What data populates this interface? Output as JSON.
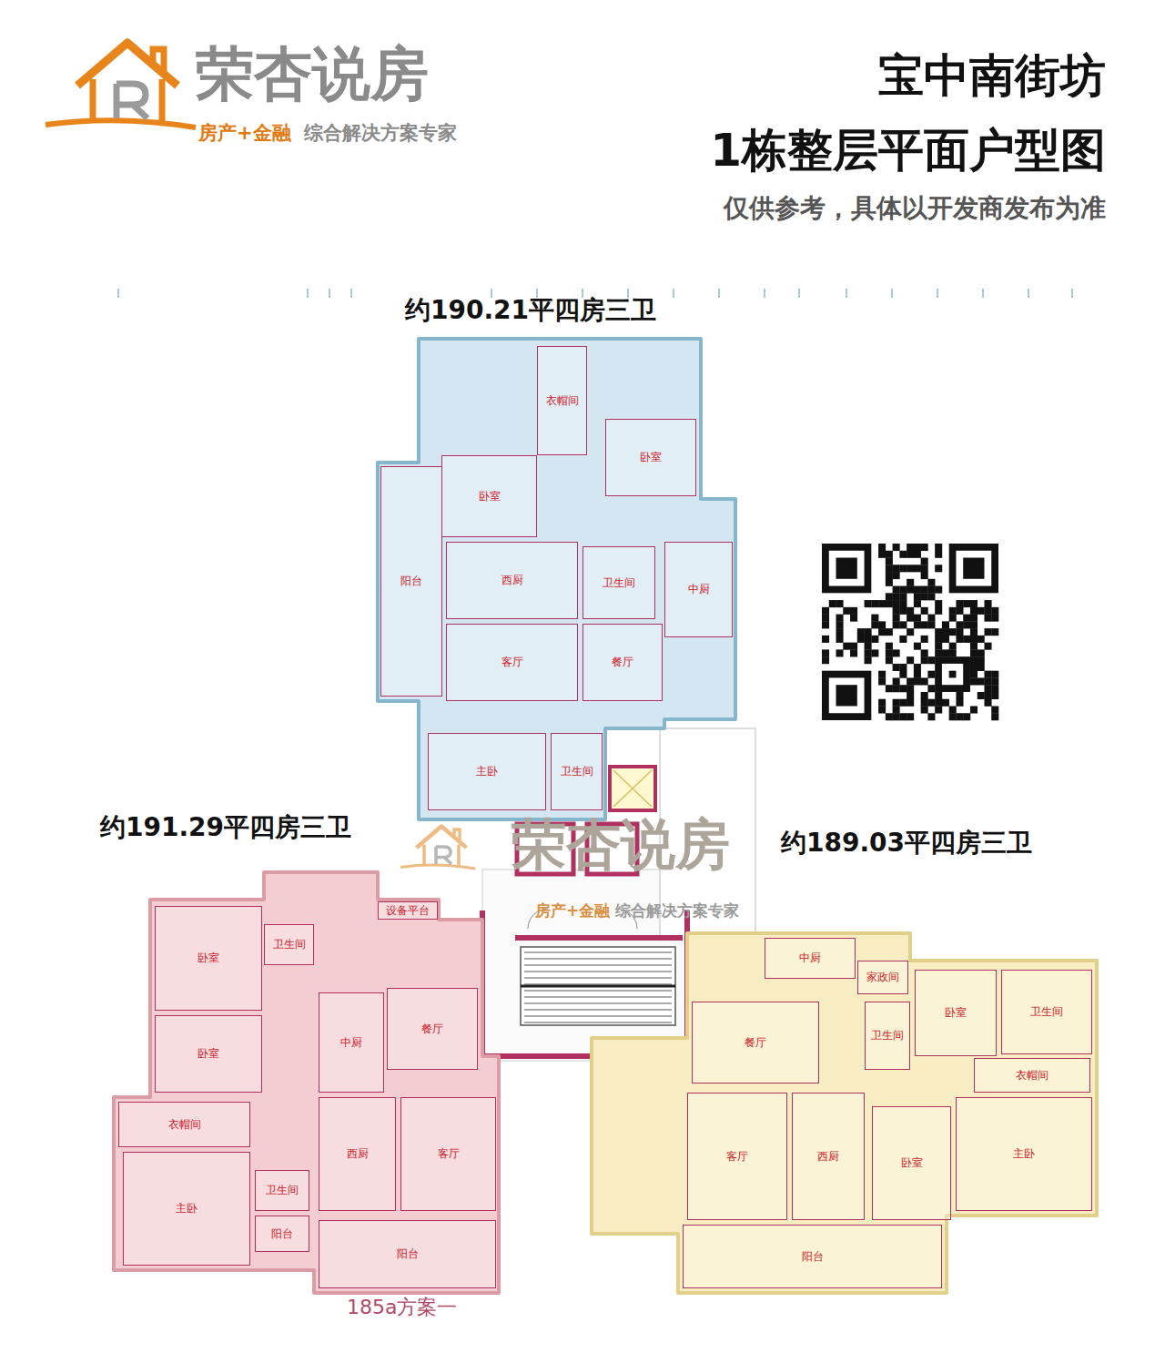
{
  "diagram": {
    "title": "宝中南街坊 1栋整层平面户型图",
    "caption": "仅供参考，具体以开发商发布为准",
    "nodes": [
      {
        "text": [
          "约190.21平四房三卫"
        ]
      },
      {
        "text": [
          "衣帽间"
        ],
        "in": 0
      },
      {
        "text": [
          "卧室"
        ],
        "in": 0
      },
      {
        "text": [
          "卧室"
        ],
        "in": 0
      },
      {
        "text": [
          "阳台"
        ],
        "in": 0
      },
      {
        "text": [
          "西厨"
        ],
        "in": 0
      },
      {
        "text": [
          "卫生间"
        ],
        "in": 0
      },
      {
        "text": [
          "中厨"
        ],
        "in": 0
      },
      {
        "text": [
          "客厅"
        ],
        "in": 0
      },
      {
        "text": [
          "餐厅"
        ],
        "in": 0
      },
      {
        "text": [
          "主卧"
        ],
        "in": 0
      },
      {
        "text": [
          "卫生间"
        ],
        "in": 0
      },
      {
        "text": [
          "约191.29平四房三卫"
        ]
      },
      {
        "text": [
          "设备平台"
        ],
        "in": 12
      },
      {
        "text": [
          "卫生间"
        ],
        "in": 12
      },
      {
        "text": [
          "卧室"
        ],
        "in": 12
      },
      {
        "text": [
          "卧室"
        ],
        "in": 12
      },
      {
        "text": [
          "餐厅"
        ],
        "in": 12
      },
      {
        "text": [
          "中厨"
        ],
        "in": 12
      },
      {
        "text": [
          "衣帽间"
        ],
        "in": 12
      },
      {
        "text": [
          "客厅"
        ],
        "in": 12
      },
      {
        "text": [
          "西厨"
        ],
        "in": 12
      },
      {
        "text": [
          "卫生间"
        ],
        "in": 12
      },
      {
        "text": [
          "主卧"
        ],
        "in": 12
      },
      {
        "text": [
          "阳台"
        ],
        "in": 12
      },
      {
        "text": [
          "阳台"
        ],
        "in": 12
      },
      {
        "text": [
          "约189.03平四房三卫"
        ]
      },
      {
        "text": [
          "中厨"
        ],
        "in": 26
      },
      {
        "text": [
          "家政间"
        ],
        "in": 26
      },
      {
        "text": [
          "卧室"
        ],
        "in": 26
      },
      {
        "text": [
          "卫生间"
        ],
        "in": 26
      },
      {
        "text": [
          "卫生间"
        ],
        "in": 26
      },
      {
        "text": [
          "餐厅"
        ],
        "in": 26
      },
      {
        "text": [
          "衣帽间"
        ],
        "in": 26
      },
      {
        "text": [
          "客厅"
        ],
        "in": 26
      },
      {
        "text": [
          "西厨"
        ],
        "in": 26
      },
      {
        "text": [
          "卧室"
        ],
        "in": 26
      },
      {
        "text": [
          "主卧"
        ],
        "in": 26
      },
      {
        "text": [
          "阳台"
        ],
        "in": 26
      }
    ],
    "labels": [
      "荣杏说房",
      "房产+金融",
      "综合解决方案专家",
      "荣杏说房",
      "房产+金融",
      "综合解决方案专家",
      "185a方案一"
    ]
  }
}
